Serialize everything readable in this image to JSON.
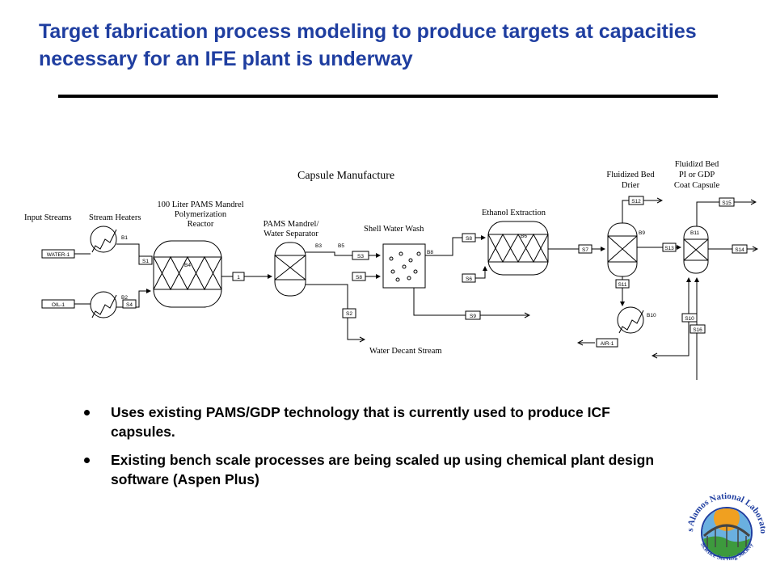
{
  "title": "Target fabrication process modeling to produce targets at capacities necessary for an IFE plant is underway",
  "diagram": {
    "heading": "Capsule Manufacture",
    "labels": {
      "input_streams": "Input Streams",
      "stream_heaters": "Stream Heaters",
      "reactor_1": "100 Liter PAMS Mandrel",
      "reactor_2": "Polymerization",
      "reactor_3": "Reactor",
      "separator_1": "PAMS Mandrel/",
      "separator_2": "Water Separator",
      "shell_wash": "Shell Water Wash",
      "ethanol": "Ethanol Extraction",
      "drier_1": "Fluidized Bed",
      "drier_2": "Drier",
      "coat_1": "Fluidizd Bed",
      "coat_2": "PI or GDP",
      "coat_3": "Coat Capsule",
      "decant": "Water Decant Stream"
    },
    "streams": {
      "water1": "WATER-1",
      "oil1": "OIL-1",
      "air1": "AIR-1",
      "s1": "S1",
      "s4": "S4",
      "one": "1",
      "s3": "S3",
      "s8a": "S8",
      "s2": "S2",
      "s8b": "S8",
      "s6": "S6",
      "s9": "S9",
      "s7": "S7",
      "s12": "S12",
      "s11": "S11",
      "s13": "S13",
      "s15": "S15",
      "s14": "S14",
      "s10": "S10",
      "s16": "S16"
    },
    "blocks": {
      "b1": "B1",
      "b2": "B2",
      "b3": "B3",
      "b4": "B4",
      "b5": "B5",
      "b6": "B6",
      "b8": "B8",
      "b9": "B9",
      "b10": "B10",
      "b11": "B11"
    }
  },
  "bullets": [
    "Uses existing PAMS/GDP technology that is currently used to produce ICF capsules.",
    "Existing bench scale processes are being scaled up using chemical plant design software (Aspen Plus)"
  ],
  "logo": {
    "top_text": "Los Alamos National Laboratory",
    "bottom_text": "Science Serving Society",
    "colors": {
      "sun": "#f0a020",
      "sky": "#6ab0e0",
      "land": "#3d9a3d",
      "ring": "#1f3ea0"
    }
  }
}
